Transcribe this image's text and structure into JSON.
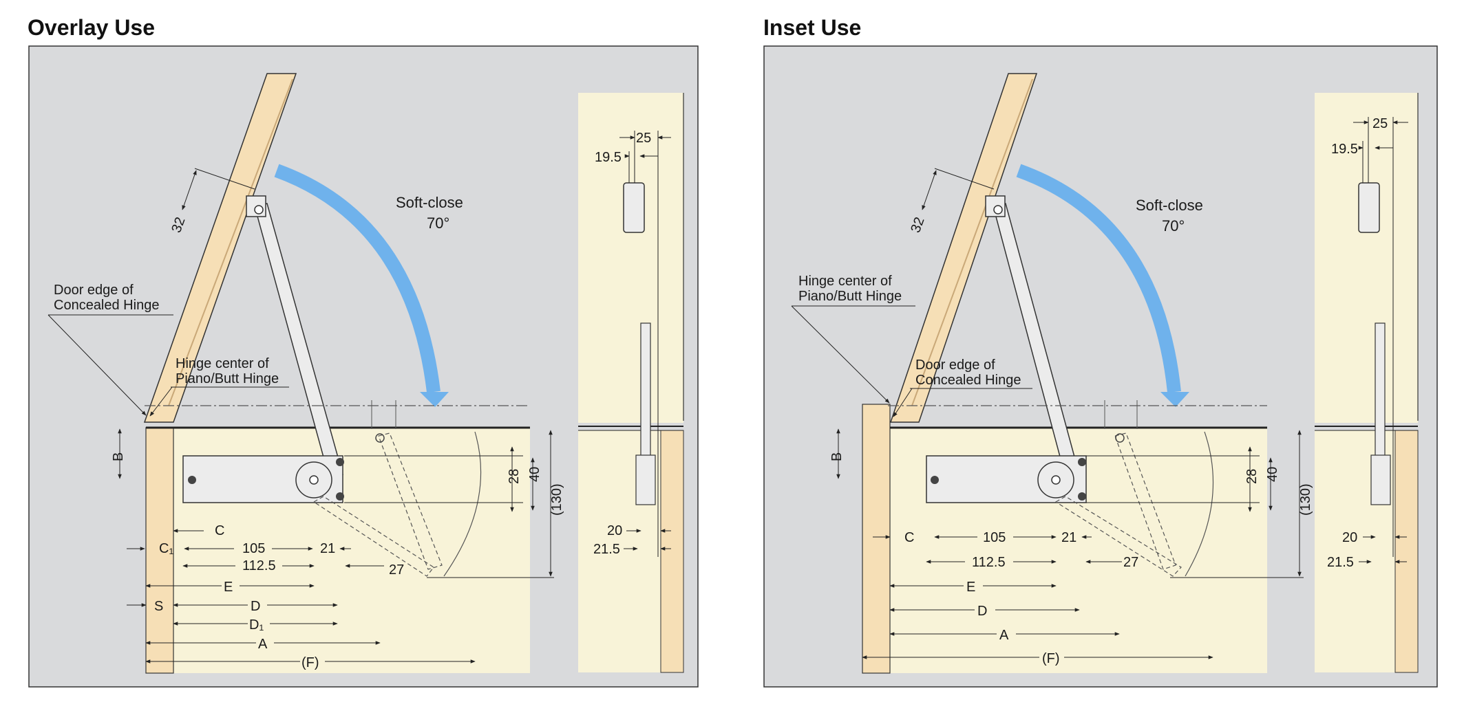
{
  "overlay": {
    "title": "Overlay Use",
    "soft_close": "Soft-close",
    "angle": "70°",
    "label_32": "32",
    "door_edge_1": "Door edge of",
    "door_edge_2": "Concealed Hinge",
    "hinge_center_1": "Hinge center of",
    "hinge_center_2": "Piano/Butt Hinge",
    "B": "B",
    "d28": "28",
    "d40": "40",
    "d130": "(130)",
    "C": "C",
    "C1": "C₁",
    "d105": "105",
    "d21": "21",
    "d1125": "112.5",
    "d27": "27",
    "E": "E",
    "S": "S",
    "D": "D",
    "D1": "D₁",
    "A": "A",
    "F": "(F)",
    "side_25": "25",
    "side_195": "19.5",
    "side_20": "20",
    "side_215": "21.5"
  },
  "inset": {
    "title": "Inset Use",
    "soft_close": "Soft-close",
    "angle": "70°",
    "label_32": "32",
    "hinge_center_1": "Hinge center of",
    "hinge_center_2": "Piano/Butt Hinge",
    "door_edge_1": "Door edge of",
    "door_edge_2": "Concealed Hinge",
    "B": "B",
    "d28": "28",
    "d40": "40",
    "d130": "(130)",
    "C": "C",
    "d105": "105",
    "d21": "21",
    "d1125": "112.5",
    "d27": "27",
    "E": "E",
    "D": "D",
    "A": "A",
    "F": "(F)",
    "side_25": "25",
    "side_195": "19.5",
    "side_20": "20",
    "side_215": "21.5"
  },
  "colors": {
    "panel_bg": "#d9dadc",
    "wood": "#f6dfb6",
    "cabinet": "#f8f3d8",
    "arrow": "#6fb2ec",
    "metal": "#ececec"
  }
}
